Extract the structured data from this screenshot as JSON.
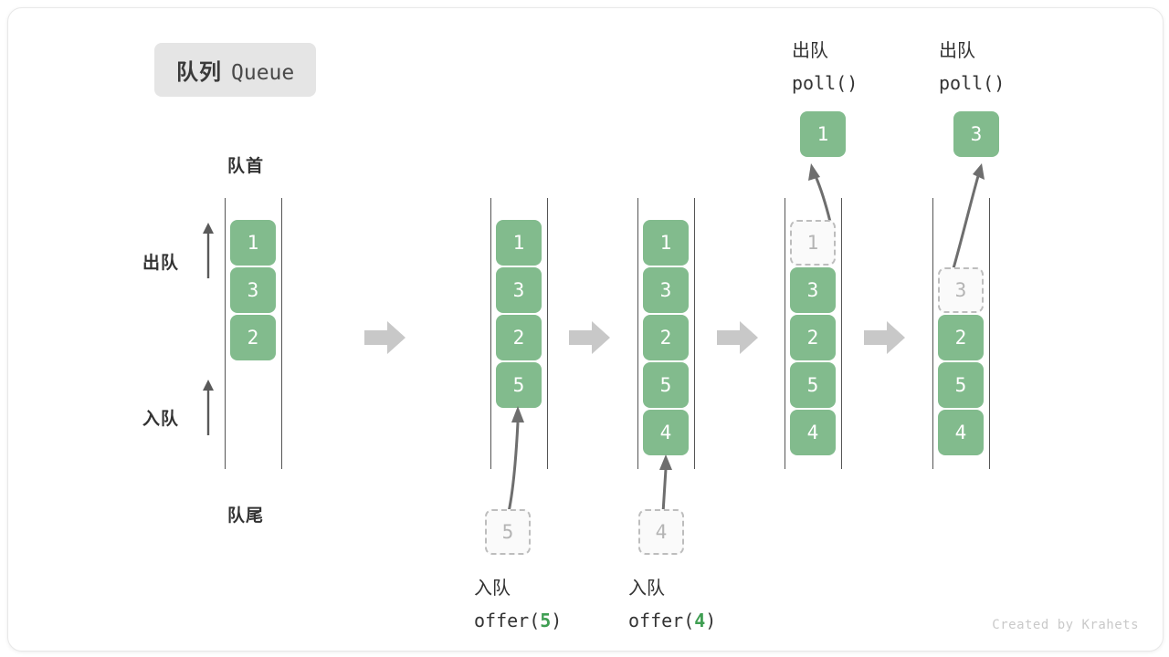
{
  "title": {
    "cn": "队列",
    "en": "Queue"
  },
  "labels": {
    "head": "队首",
    "tail": "队尾",
    "dequeue": "出队",
    "enqueue": "入队"
  },
  "credit": "Created by Krahets",
  "colors": {
    "tile_fill": "#82bb8d",
    "tile_text": "#ffffff",
    "ghost_text": "#b4b4b4",
    "ghost_border": "#bdbdbd",
    "rail": "#555555",
    "step_arrow": "#c8c8c8",
    "accent_value": "#3f9e52",
    "badge_bg": "#e5e5e5"
  },
  "side_annotations": [
    {
      "name": "dequeue",
      "label": "出队"
    },
    {
      "name": "enqueue",
      "label": "入队"
    }
  ],
  "steps": [
    {
      "id": "state-initial",
      "tiles": [
        {
          "value": "1",
          "state": "filled"
        },
        {
          "value": "3",
          "state": "filled"
        },
        {
          "value": "2",
          "state": "filled"
        }
      ]
    },
    {
      "id": "state-after-offer-5",
      "tiles": [
        {
          "value": "1",
          "state": "filled"
        },
        {
          "value": "3",
          "state": "filled"
        },
        {
          "value": "2",
          "state": "filled"
        },
        {
          "value": "5",
          "state": "filled"
        }
      ],
      "bottom_op": {
        "cn": "入队",
        "fn_prefix": "offer(",
        "fn_value": "5",
        "fn_suffix": ")",
        "ghost_value": "5"
      }
    },
    {
      "id": "state-after-offer-4",
      "tiles": [
        {
          "value": "1",
          "state": "filled"
        },
        {
          "value": "3",
          "state": "filled"
        },
        {
          "value": "2",
          "state": "filled"
        },
        {
          "value": "5",
          "state": "filled"
        },
        {
          "value": "4",
          "state": "filled"
        }
      ],
      "bottom_op": {
        "cn": "入队",
        "fn_prefix": "offer(",
        "fn_value": "4",
        "fn_suffix": ")",
        "ghost_value": "4"
      }
    },
    {
      "id": "state-poll-1",
      "tiles": [
        {
          "value": "1",
          "state": "ghost"
        },
        {
          "value": "3",
          "state": "filled"
        },
        {
          "value": "2",
          "state": "filled"
        },
        {
          "value": "5",
          "state": "filled"
        },
        {
          "value": "4",
          "state": "filled"
        }
      ],
      "top_op": {
        "cn": "出队",
        "fn": "poll()",
        "popped_value": "1"
      }
    },
    {
      "id": "state-poll-3",
      "tiles": [
        {
          "value": "",
          "state": "empty"
        },
        {
          "value": "3",
          "state": "ghost"
        },
        {
          "value": "2",
          "state": "filled"
        },
        {
          "value": "5",
          "state": "filled"
        },
        {
          "value": "4",
          "state": "filled"
        }
      ],
      "top_op": {
        "cn": "出队",
        "fn": "poll()",
        "popped_value": "3"
      }
    }
  ]
}
